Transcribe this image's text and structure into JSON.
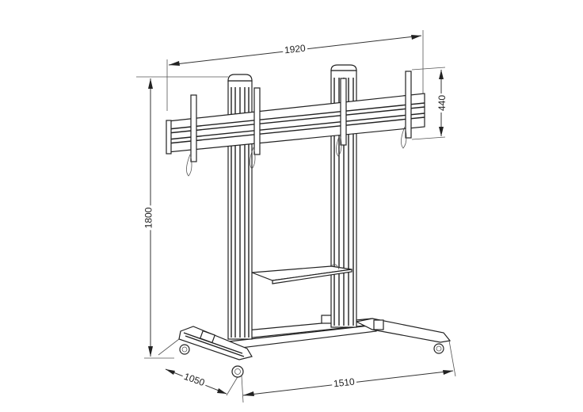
{
  "diagram": {
    "subject": "Dual-screen mobile TV stand with shelf",
    "units": "mm",
    "dimensions": {
      "width_total": "1920",
      "height_total": "1800",
      "bracket_height": "440",
      "base_depth": "1050",
      "base_width": "1510"
    },
    "colors": {
      "line": "#222222",
      "background": "#ffffff"
    }
  }
}
